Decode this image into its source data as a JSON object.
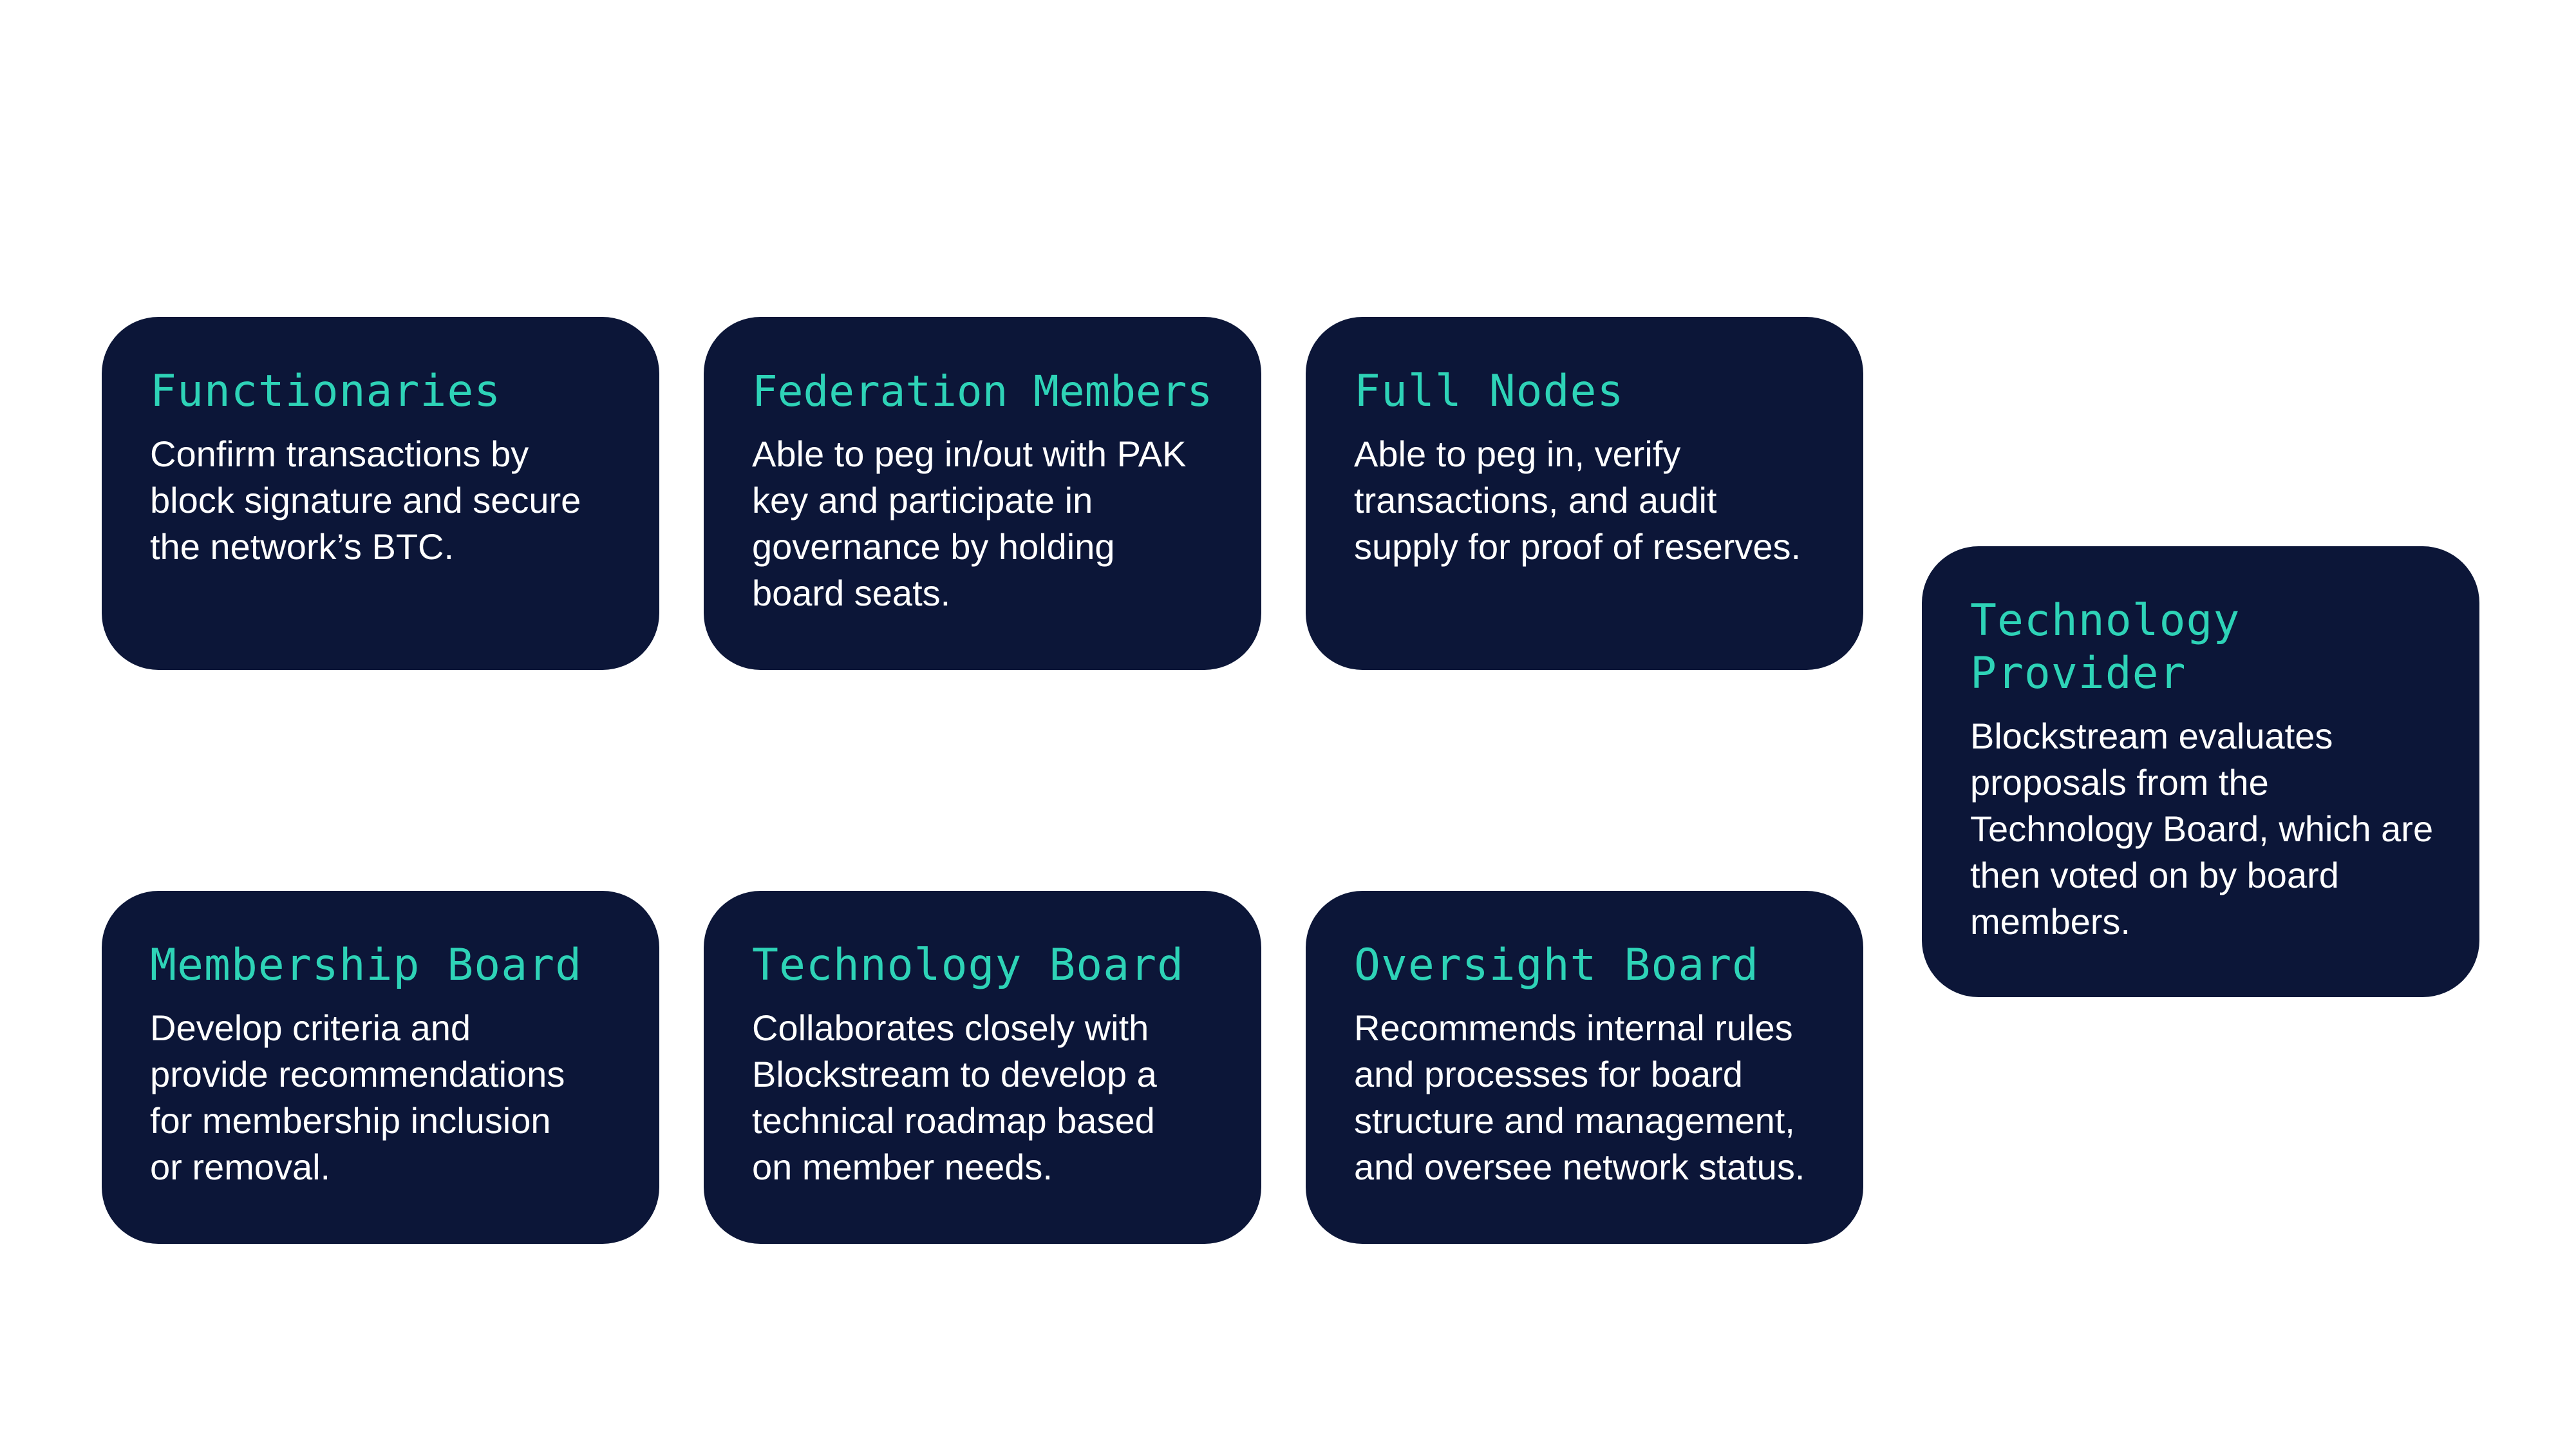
{
  "cards": [
    {
      "title": "Functionaries",
      "description": "Confirm transactions by\nblock signature and secure\nthe network’s BTC."
    },
    {
      "title": "Federation Members",
      "description": "Able to peg in/out with PAK\nkey and participate in\ngovernance by holding\nboard seats."
    },
    {
      "title": "Full Nodes",
      "description": "Able to peg in, verify\ntransactions, and audit\nsupply for proof of reserves."
    },
    {
      "title": "Membership Board",
      "description": "Develop criteria and\nprovide recommendations\nfor membership inclusion\nor removal."
    },
    {
      "title": "Technology Board",
      "description": "Collaborates closely with\nBlockstream to develop a\ntechnical roadmap based\non member needs."
    },
    {
      "title": "Oversight Board",
      "description": "Recommends internal rules\nand processes for board\nstructure and management,\nand oversee network status."
    },
    {
      "title": "Technology\nProvider",
      "description": "Blockstream evaluates\nproposals from the\nTechnology Board, which are\nthen voted on by board\nmembers."
    }
  ],
  "colors": {
    "card_background": "#0c1638",
    "title_accent": "#2ed3b7",
    "description_text": "#ffffff",
    "page_background": "#ffffff"
  }
}
